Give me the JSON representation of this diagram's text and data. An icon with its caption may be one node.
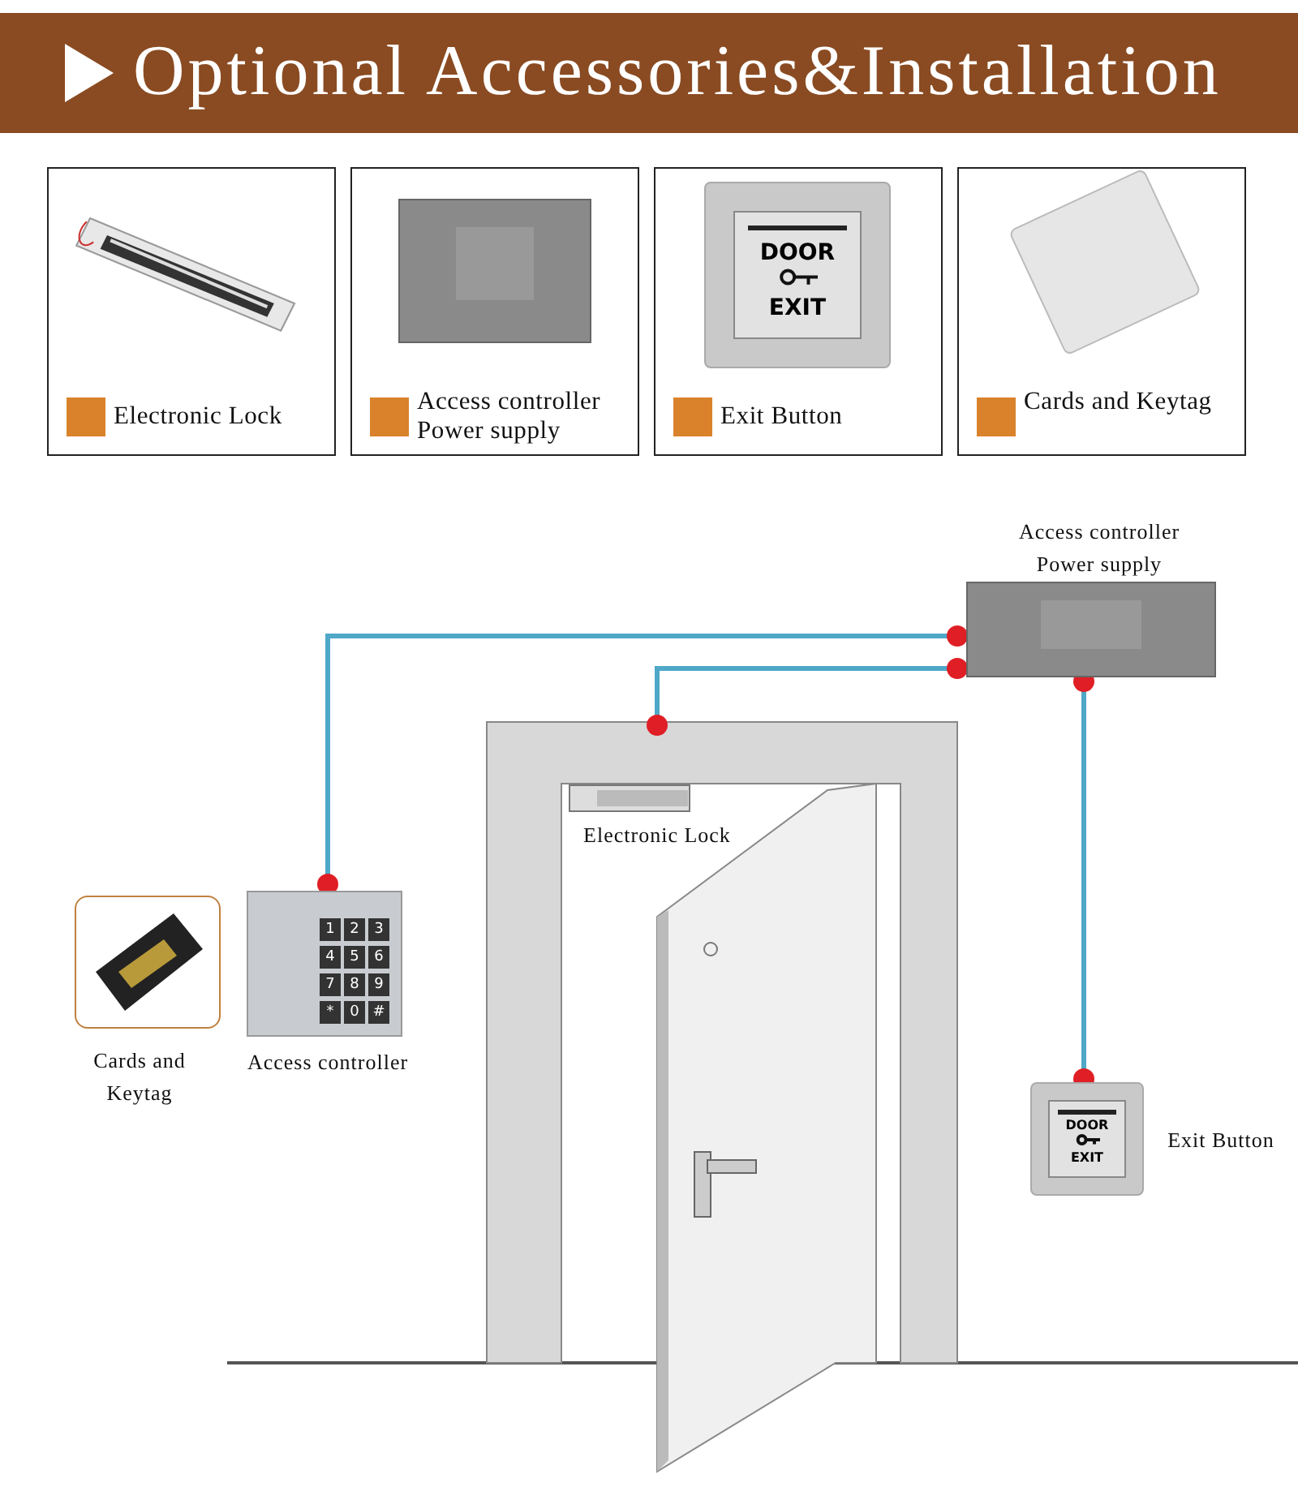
{
  "diagram": {
    "title": "Optional Accessories&Installation",
    "nodes": [
      {
        "text": [
          "Electronic Lock"
        ]
      },
      {
        "text": [
          "Access controller Power supply"
        ]
      },
      {
        "text": [
          "Exit Button"
        ]
      },
      {
        "text": [
          "Cards and Keytag"
        ]
      },
      {
        "text": [
          "Access controller Power supply"
        ]
      },
      {
        "text": [
          "Electronic Lock"
        ]
      },
      {
        "text": [
          "Cards and Keytag"
        ]
      },
      {
        "text": [
          "Access controller"
        ]
      },
      {
        "text": [
          "Exit Button"
        ]
      }
    ],
    "edges": [
      {
        "from": 4,
        "to": 7,
        "arrow": "other",
        "color": "#4fa8c8"
      },
      {
        "from": 4,
        "to": 5,
        "arrow": "other",
        "color": "#4fa8c8"
      },
      {
        "from": 4,
        "to": 8,
        "arrow": "other",
        "color": "#4fa8c8"
      }
    ],
    "labels": [
      "DOOR",
      "EXIT",
      "1",
      "2",
      "3",
      "4",
      "5",
      "6",
      "7",
      "8",
      "9",
      "*",
      "0",
      "#",
      "DOOR",
      "EXIT"
    ]
  }
}
